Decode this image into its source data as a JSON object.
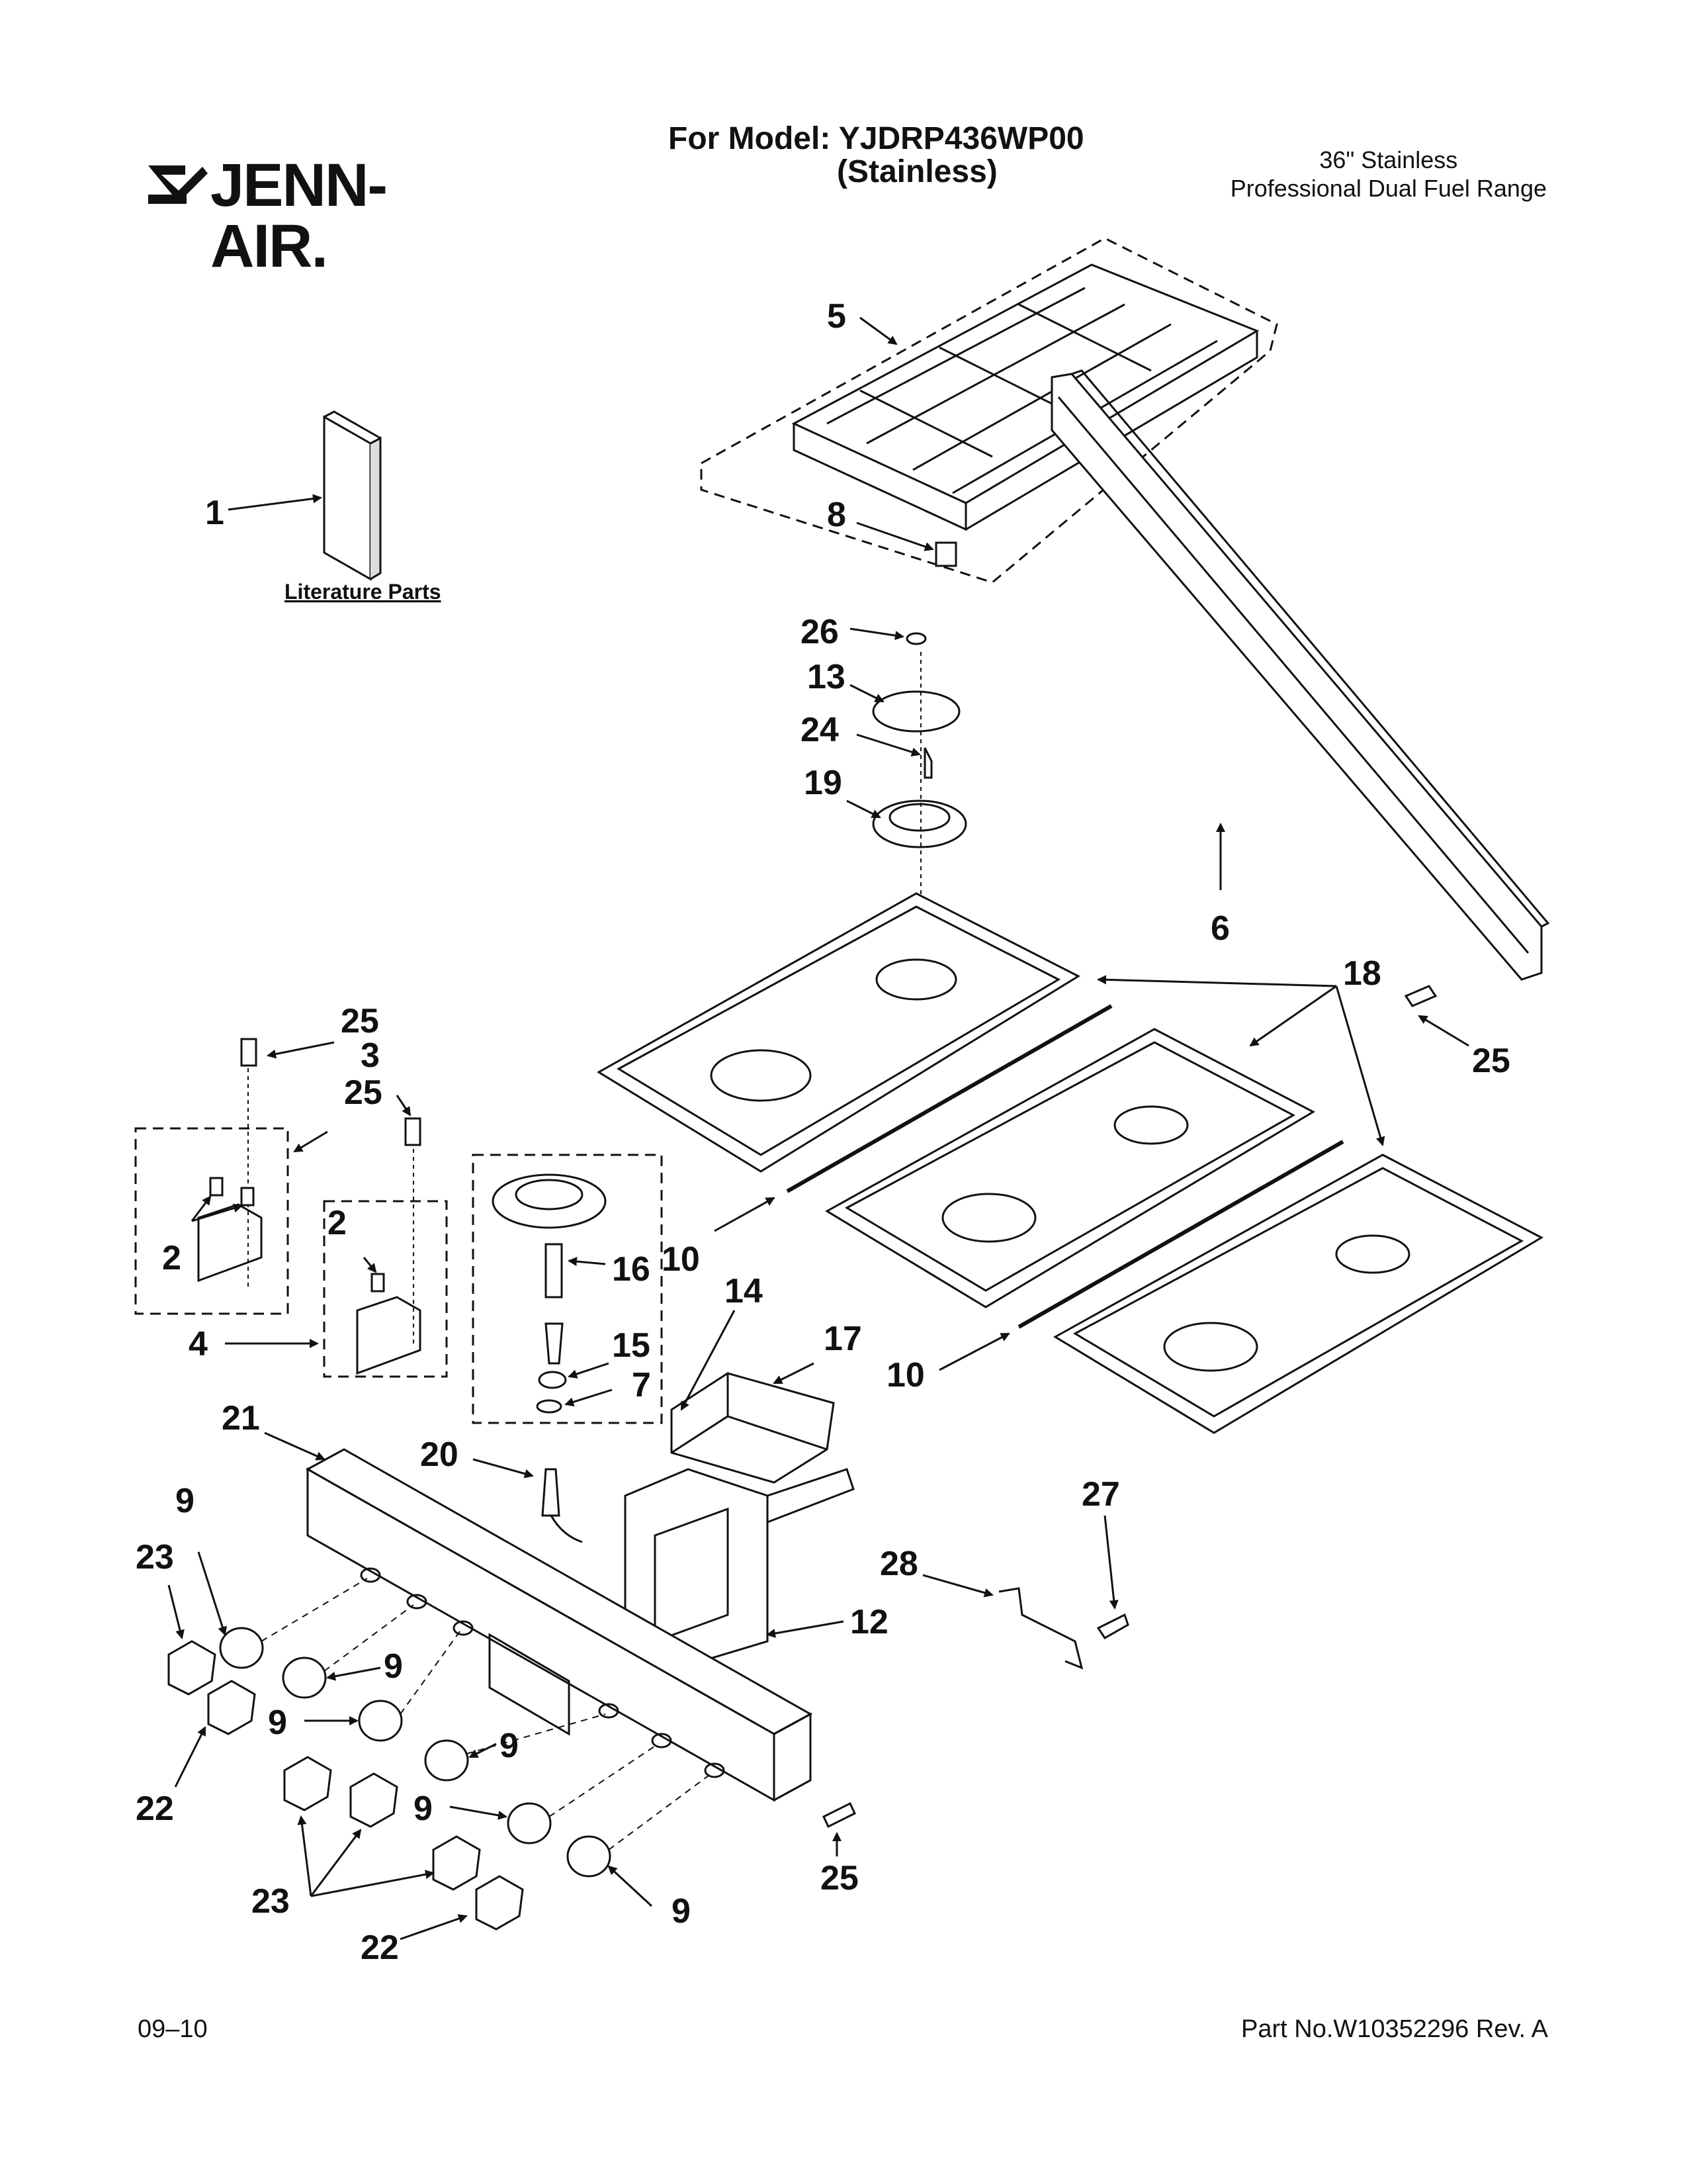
{
  "header": {
    "brand": "JENN-AIR.",
    "model_line1": "For Model: YJDRP436WP00",
    "model_line2": "(Stainless)",
    "desc_line1": "36\" Stainless",
    "desc_line2": "Professional Dual Fuel Range"
  },
  "diagram": {
    "literature_label": "Literature Parts",
    "callouts": {
      "c1": "1",
      "c2a": "2",
      "c2b": "2",
      "c3": "3",
      "c4": "4",
      "c5": "5",
      "c6": "6",
      "c7": "7",
      "c8": "8",
      "c9a": "9",
      "c9b": "9",
      "c9c": "9",
      "c9d": "9",
      "c9e": "9",
      "c9f": "9",
      "c10a": "10",
      "c10b": "10",
      "c12": "12",
      "c13": "13",
      "c14": "14",
      "c15": "15",
      "c16": "16",
      "c17": "17",
      "c18": "18",
      "c19": "19",
      "c20": "20",
      "c21": "21",
      "c22a": "22",
      "c22b": "22",
      "c23a": "23",
      "c23b": "23",
      "c24": "24",
      "c25a": "25",
      "c25b": "25",
      "c25c": "25",
      "c25d": "25",
      "c26": "26",
      "c27": "27",
      "c28": "28"
    }
  },
  "footer": {
    "date": "09–10",
    "part_no": "Part No.W10352296 Rev. A"
  }
}
